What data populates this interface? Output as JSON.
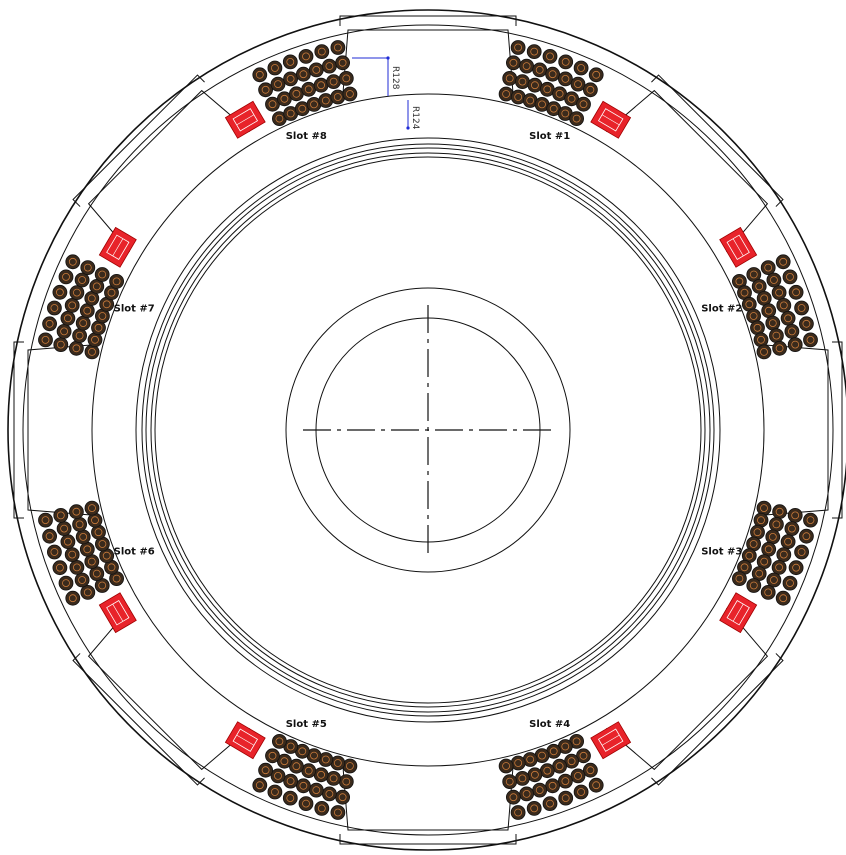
{
  "drawing": {
    "slots": [
      {
        "label": "Slot #1",
        "angle_deg": 22.5
      },
      {
        "label": "Slot #2",
        "angle_deg": 67.5
      },
      {
        "label": "Slot #3",
        "angle_deg": 112.5
      },
      {
        "label": "Slot #4",
        "angle_deg": 157.5
      },
      {
        "label": "Slot #5",
        "angle_deg": 202.5
      },
      {
        "label": "Slot #6",
        "angle_deg": 247.5
      },
      {
        "label": "Slot #7",
        "angle_deg": 292.5
      },
      {
        "label": "Slot #8",
        "angle_deg": 337.5
      }
    ],
    "dimensions": [
      {
        "label": "R128"
      },
      {
        "label": "R124"
      }
    ],
    "colors": {
      "outline": "#111111",
      "conductor": "#3a2a1c",
      "conductor_detail": "#c87a3a",
      "sensor": "#e8232a",
      "dimension": "#1f2bd6"
    }
  }
}
